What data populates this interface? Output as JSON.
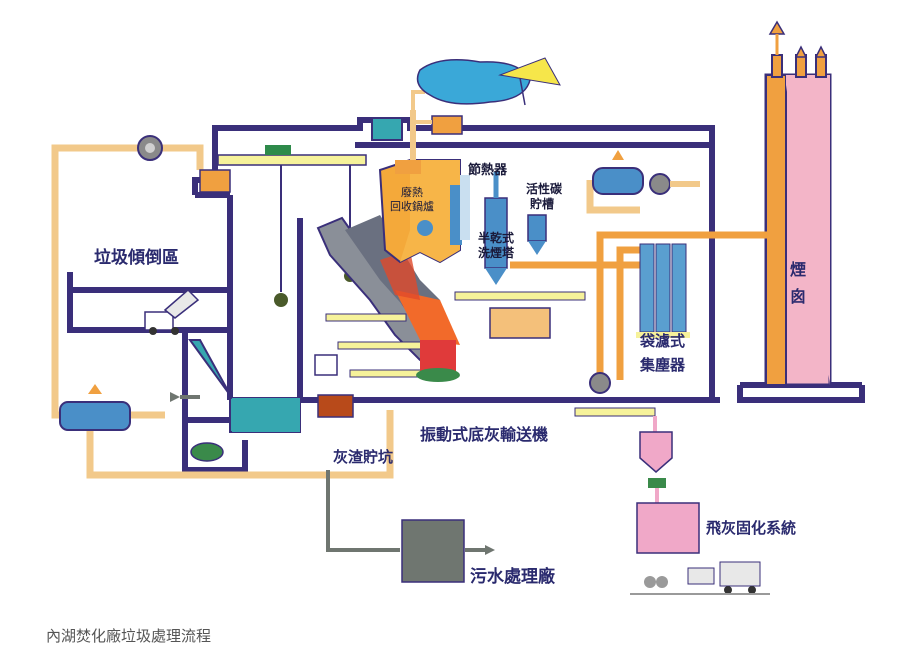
{
  "labels": {
    "tipping_area": "垃圾傾倒區",
    "waste_heat_boiler": [
      "廢熱",
      "回收鍋爐"
    ],
    "economizer": "節熱器",
    "activated_carbon": [
      "活性碳",
      "貯槽"
    ],
    "semi_dry_scrubber": [
      "半乾式",
      "洗煙塔"
    ],
    "baghouse": [
      "袋濾式",
      "集塵器"
    ],
    "stack": [
      "煙",
      "囪"
    ],
    "vibrating_conveyor": "振動式底灰輸送機",
    "ash_pit": "灰渣貯坑",
    "fly_ash_system": "飛灰固化系統",
    "wastewater_plant": "污水處理廠"
  },
  "caption": "內湖焚化廠垃圾處理流程",
  "colors": {
    "wall": "#3a2f7a",
    "pipe_tan": "#f2c98a",
    "pipe_orange": "#f0a040",
    "boiler": "#f4a93a",
    "duct_yellow": "#f6f29a",
    "teal_pit": "#36a7b0",
    "stack_pink": "#f3b5c8",
    "bag_blue": "#5a9fd0",
    "flyash_pink": "#f0a8c8",
    "water_grey": "#6f7670"
  }
}
